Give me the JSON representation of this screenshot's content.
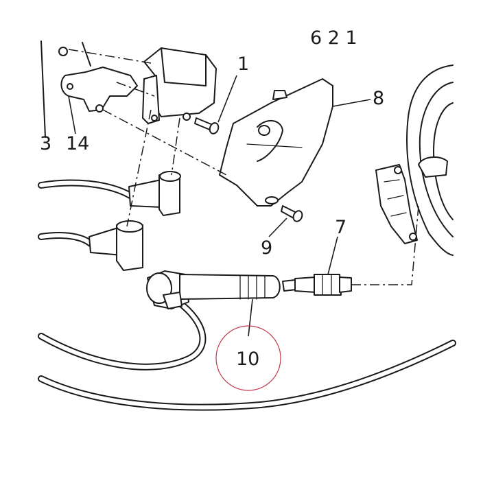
{
  "callouts": {
    "c1": "1",
    "c8": "8",
    "c3": "3",
    "c14": "14",
    "c9": "9",
    "c7": "7",
    "c10": "10",
    "top_partial": "6  2  1"
  },
  "colors": {
    "line": "#1a1a1a",
    "highlight_circle": "#c0394b",
    "background": "#ffffff"
  }
}
